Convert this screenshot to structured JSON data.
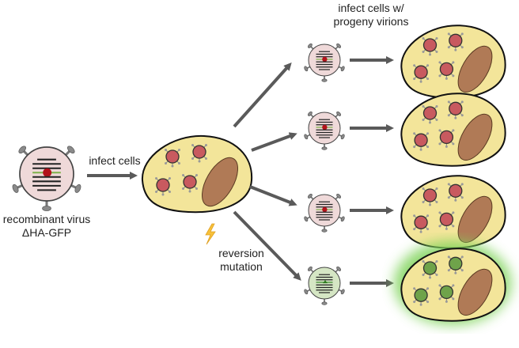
{
  "labels": {
    "source_virus_line1": "recombinant virus",
    "source_virus_line2": "ΔHA-GFP",
    "infect_cells": "infect cells",
    "progeny_line1": "infect cells w/",
    "progeny_line2": "progeny virions",
    "reversion_line1": "reversion",
    "reversion_line2": "mutation"
  },
  "icons": {
    "lightning": "lightning-bolt-icon"
  },
  "colors": {
    "virus_pink": "#efd9d9",
    "virus_green": "#d5e6c4",
    "cell_yellow": "#f3e59a",
    "nucleus_brown": "#b07a56",
    "internal_virus_red": "#c85a5f",
    "internal_virus_green": "#6fa34a",
    "gfp_glow": "#7fd35a",
    "arrow_gray": "#5a5a5a",
    "gene_red": "#b3121b",
    "gene_green": "#7fb24a"
  },
  "outcomes": [
    {
      "virus": "mutant",
      "cell": "red"
    },
    {
      "virus": "mutant",
      "cell": "red"
    },
    {
      "virus": "mutant",
      "cell": "red"
    },
    {
      "virus": "revertant",
      "cell": "green"
    }
  ]
}
